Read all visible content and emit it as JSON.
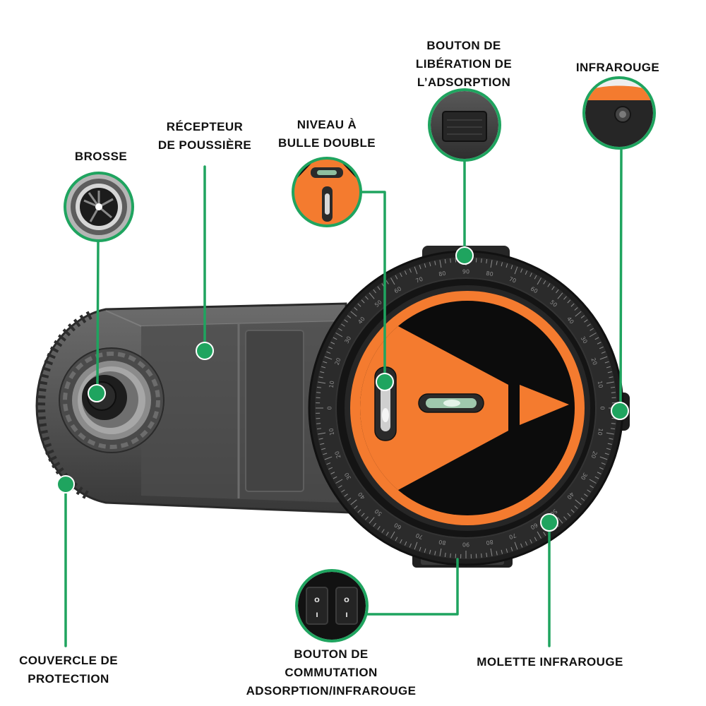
{
  "colors": {
    "accent": "#1fa45f",
    "brand_orange": "#f47b2f",
    "label_text": "#111111",
    "device_body": "#4a4a4a",
    "dial": "#1e1e1e"
  },
  "callouts": {
    "brush": {
      "lines": [
        "BROSSE"
      ]
    },
    "dust_receiver": {
      "lines": [
        "RÉCEPTEUR",
        "DE POUSSIÈRE"
      ]
    },
    "double_bubble_level": {
      "lines": [
        "NIVEAU À",
        "BULLE DOUBLE"
      ]
    },
    "adsorption_release_button": {
      "lines": [
        "BOUTON DE",
        "LIBÉRATION DE",
        "L’ADSORPTION"
      ]
    },
    "infrared": {
      "lines": [
        "INFRAROUGE"
      ]
    },
    "protective_cover": {
      "lines": [
        "COUVERCLE DE",
        "PROTECTION"
      ]
    },
    "switch_button": {
      "lines": [
        "BOUTON DE",
        "COMMUTATION",
        "ADSORPTION/INFRAROUGE"
      ]
    },
    "infrared_wheel": {
      "lines": [
        "MOLETTE INFRAROUGE"
      ]
    }
  },
  "switch_marks": {
    "top": "O",
    "bottom": "I"
  },
  "dial_scale": [
    "0",
    "10",
    "20",
    "30",
    "40",
    "50",
    "60",
    "70",
    "80",
    "90"
  ]
}
